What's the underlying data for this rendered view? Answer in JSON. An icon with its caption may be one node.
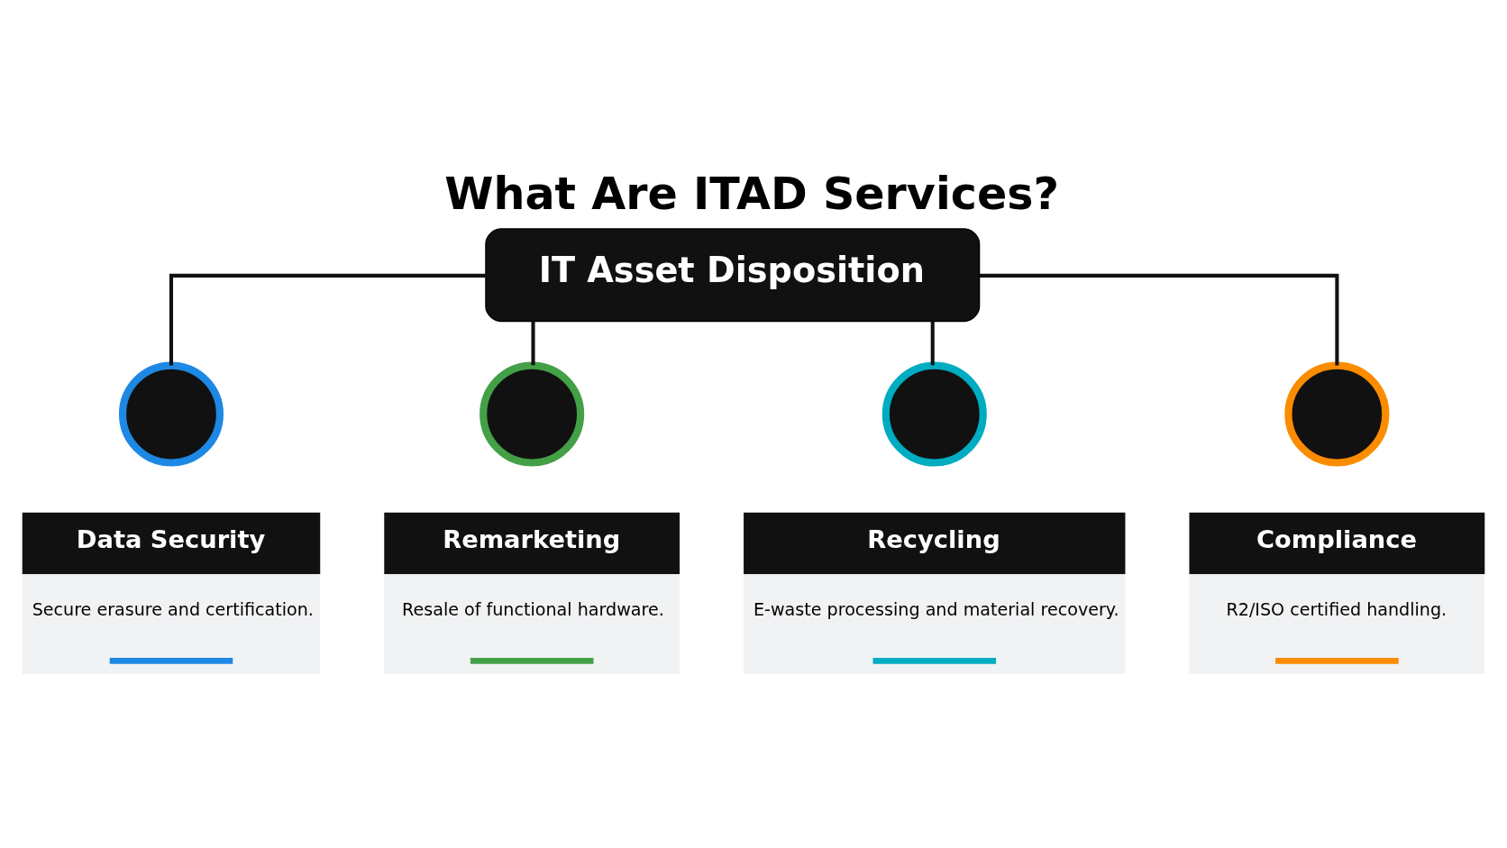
{
  "diagram": {
    "title": "What Are ITAD Services?",
    "nodes": [
      {
        "text": [
          "IT Asset Disposition"
        ]
      },
      {
        "text": [],
        "shape": "circle"
      },
      {
        "text": [],
        "shape": "circle"
      },
      {
        "text": [],
        "shape": "circle"
      },
      {
        "text": [],
        "shape": "circle"
      },
      {
        "text": [
          "Data Security",
          "Secure erasure and certification."
        ]
      },
      {
        "text": [
          "Remarketing",
          "Resale of functional hardware."
        ]
      },
      {
        "text": [
          "Recycling",
          "E-waste processing and material recovery."
        ]
      },
      {
        "text": [
          "Compliance",
          "R2/ISO certified handling."
        ]
      }
    ],
    "edges": [
      {
        "from": 0,
        "to": 1,
        "arrow": "none"
      },
      {
        "from": 0,
        "to": 2,
        "arrow": "none"
      },
      {
        "from": 0,
        "to": 3,
        "arrow": "none"
      },
      {
        "from": 0,
        "to": 4,
        "arrow": "none"
      }
    ]
  }
}
